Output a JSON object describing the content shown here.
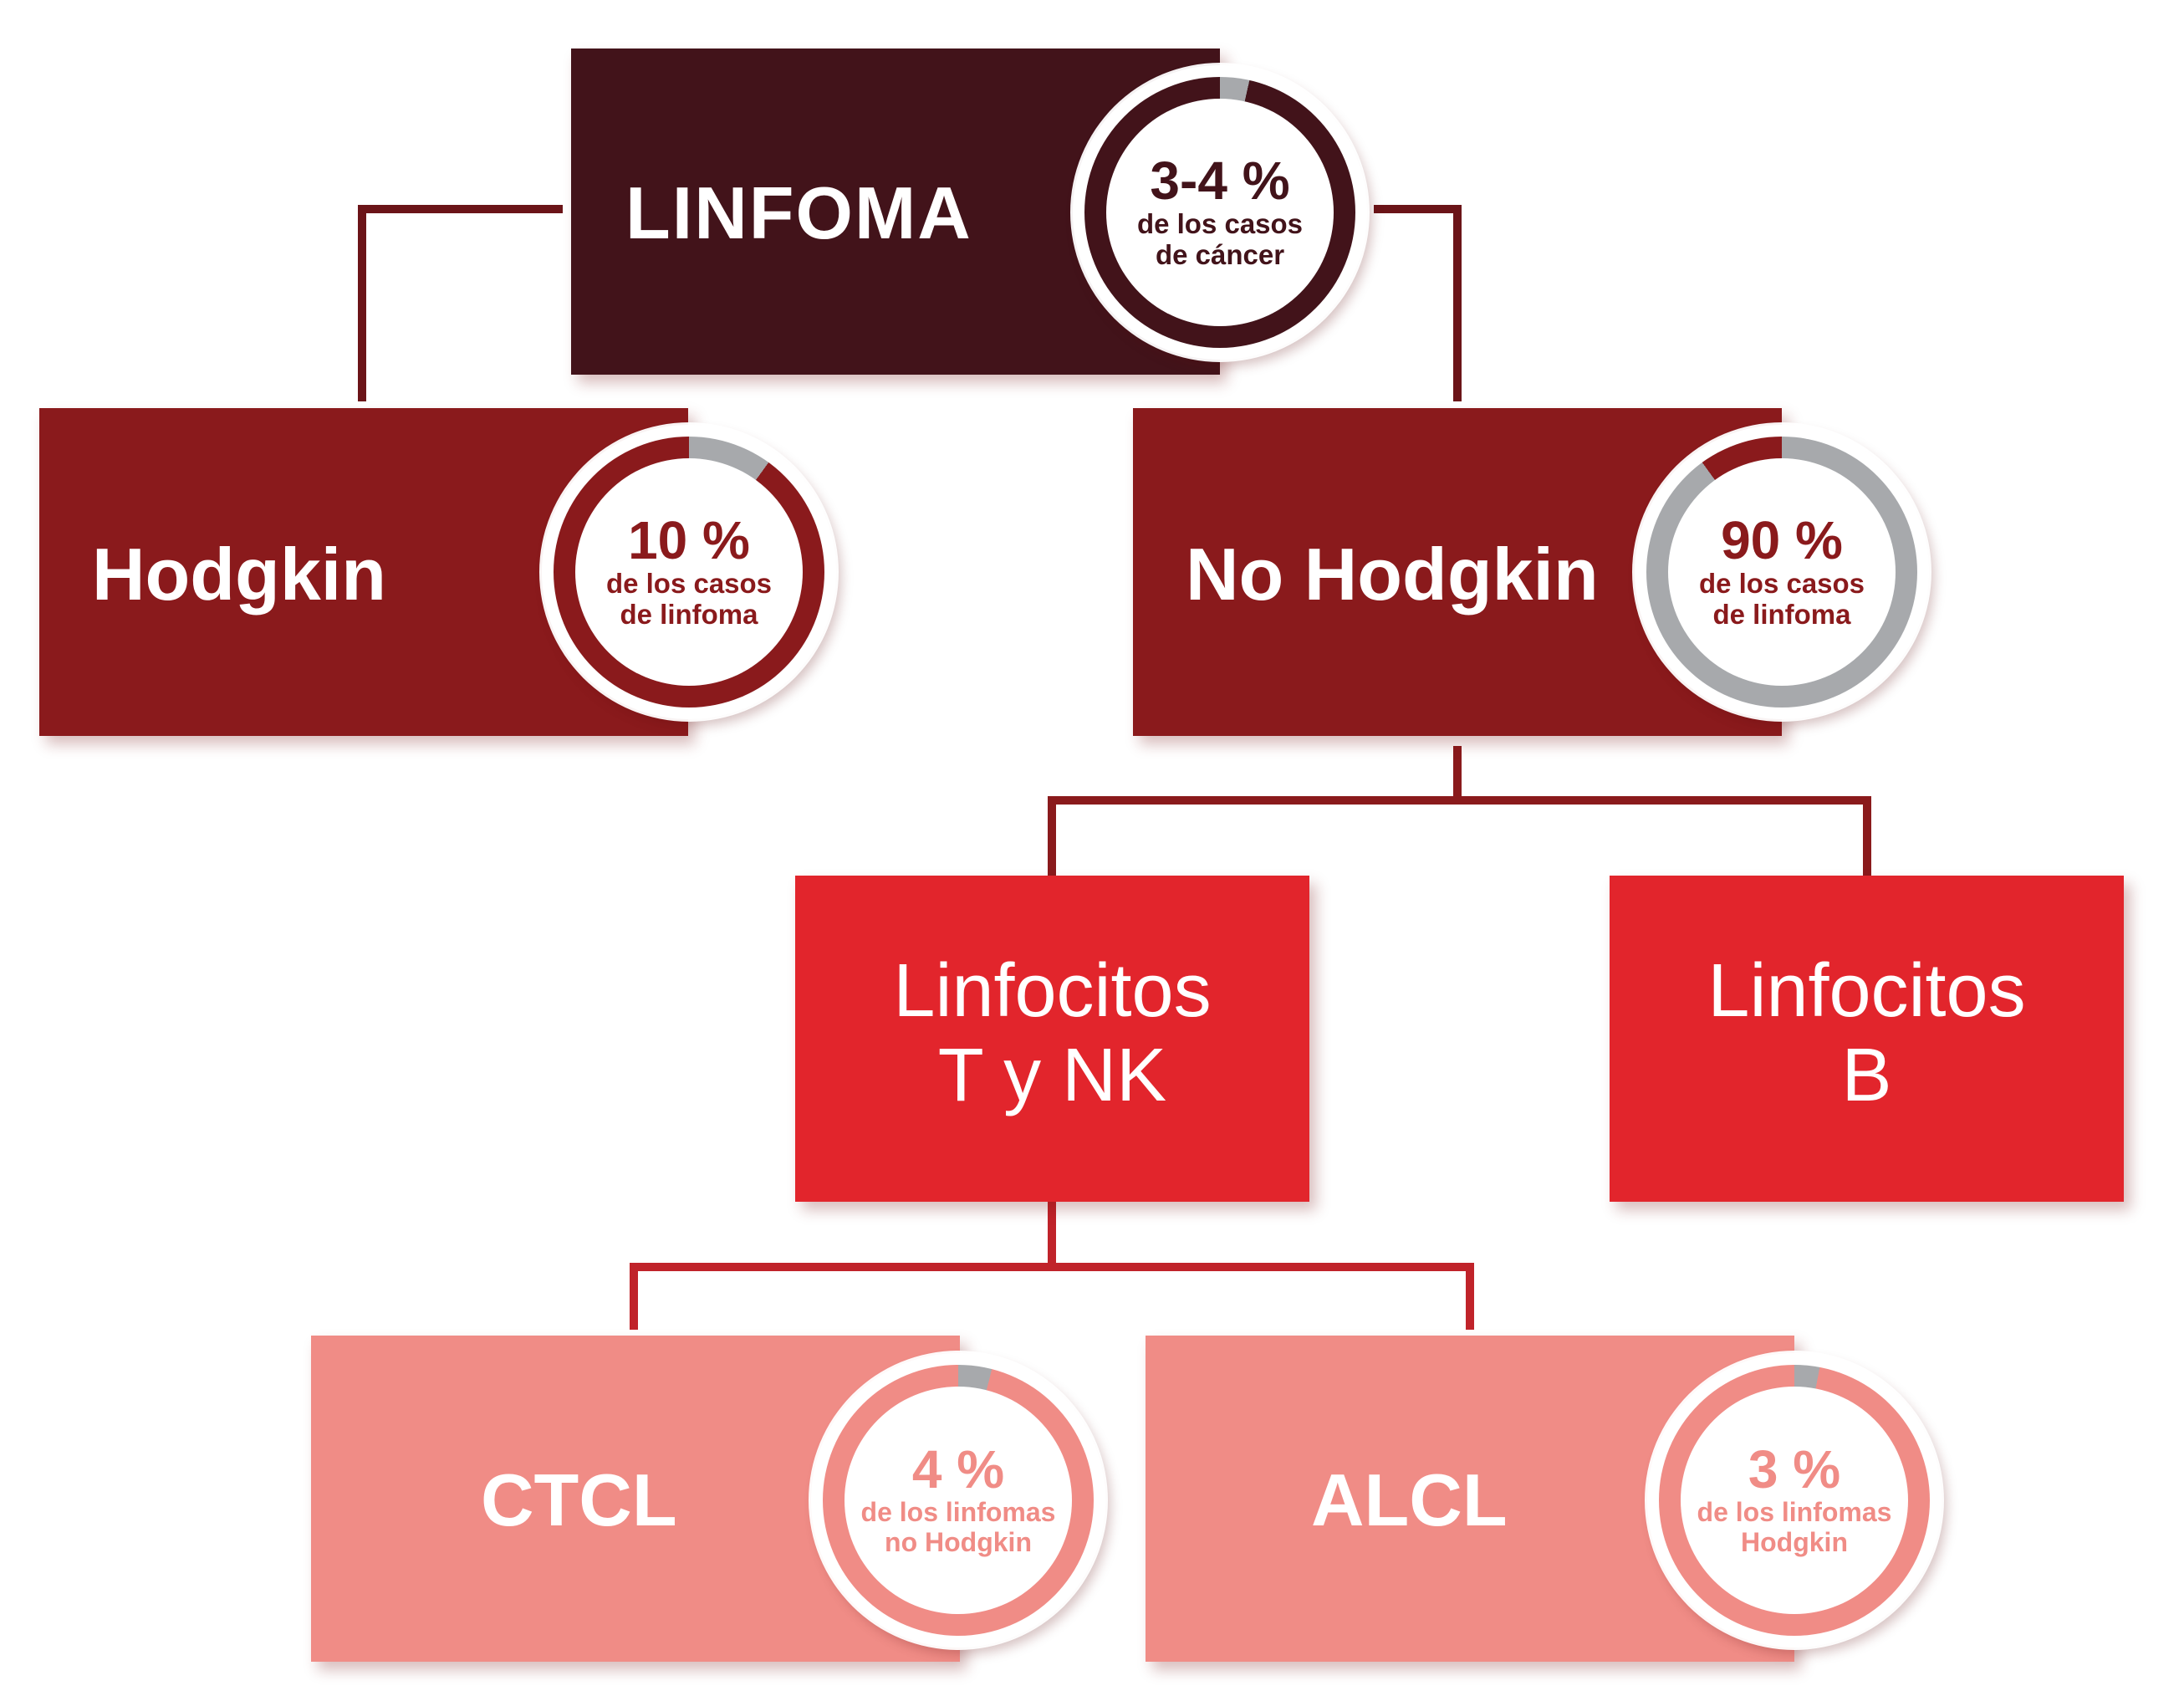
{
  "colors": {
    "level0": "#42131a",
    "level1": "#8a1a1c",
    "level2": "#e2252c",
    "level3": "#f08c86",
    "ring_gray": "#a7a9ac",
    "connector0": "#6b1418",
    "connector1": "#8a1a1c",
    "connector2": "#c0232a"
  },
  "root": {
    "label": "LINFOMA",
    "percent_text": "3-4 %",
    "percent_value": 3.5,
    "description": "de los casos de cáncer"
  },
  "hodgkin": {
    "label": "Hodgkin",
    "percent_text": "10 %",
    "percent_value": 10,
    "description": "de los casos de linfoma"
  },
  "no_hodgkin": {
    "label": "No Hodgkin",
    "percent_text": "90 %",
    "percent_value": 90,
    "description": "de los casos de linfoma"
  },
  "t_nk": {
    "label_line1": "Linfocitos",
    "label_line2": "T y NK"
  },
  "b_cells": {
    "label_line1": "Linfocitos",
    "label_line2": "B"
  },
  "ctcl": {
    "label": "CTCL",
    "percent_text": "4 %",
    "percent_value": 4,
    "description_line1": "de los linfomas",
    "description_line2": "no Hodgkin"
  },
  "alcl": {
    "label": "ALCL",
    "percent_text": "3 %",
    "percent_value": 3,
    "description_line1": "de los linfomas",
    "description_line2": "Hodgkin"
  }
}
